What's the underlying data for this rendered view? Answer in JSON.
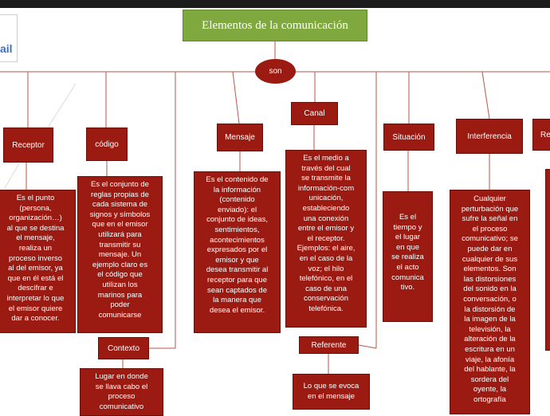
{
  "title": "Elementos de la comunicación",
  "connector": "son",
  "logo_text": "ail",
  "nodes": {
    "receptor": "Receptor",
    "codigo": "código",
    "mensaje": "Mensaje",
    "canal": "Canal",
    "situacion": "Situación",
    "interferencia": "Interferencia",
    "re": "Re",
    "contexto": "Contexto",
    "referente": "Referente"
  },
  "descriptions": {
    "receptor": "Es el punto\n(persona,\norganización…)\nal que se destina\nel mensaje,\nrealiza un\nproceso inverso\nal del emisor, ya\nque en él está el\ndescifrar e\ninterpretar lo que\nel emisor quiere\ndar a conocer.",
    "codigo": "Es el conjunto de\nreglas propias de\ncada sistema de\nsignos y símbolos\nque en el emisor\nutilizará para\ntransmitir su\nmensaje. Un\nejemplo claro es\nel código que\nutilizan los\nmarinos para\npoder\ncomunicarse",
    "mensaje": "Es el contenido de\nla información\n(contenido\nenviado): el\nconjunto de ideas,\nsentimientos,\nacontecimientos\nexpresados por el\nemisor y que\ndesea transmitir al\nreceptor para que\nsean captados de\nla manera que\ndesea el emisor.",
    "canal": "Es el medio a\ntravés del cual\nse transmite la\ninformación-com\nunicación,\nestableciendo\nuna conexión\nentre el emisor y\nel receptor.\nEjemplos: el aire,\nen el caso de la\nvoz; el hilo\ntelefónico, en el\ncaso de una\nconservación\ntelefónica.",
    "situacion": "Es el\ntiempo y\nel lugar\nen que\nse realiza\nel acto\ncomunica\ntivo.",
    "interferencia": "Cualquier\nperturbación que\nsufre la señal en\nel proceso\ncomunicativo; se\npuede dar en\ncualquier de sus\nelementos. Son\nlas distorsiones\ndel sonido en la\nconversación, o\nla distorsión de\nla imagen de la\ntelevisión, la\nalteración de la\nescritura en un\nviaje, la afonía\ndel hablante, la\nsordera del\noyente, la\nortografía",
    "contexto": "Lugar en donde\nse llava cabo el\nproceso\ncomunicativo",
    "referente": "Lo que se evoca\nen el mensaje"
  },
  "colors": {
    "title_bg": "#7fa83e",
    "node_bg": "#9b1b12",
    "line": "#b25a4a",
    "text": "#ffffff"
  }
}
